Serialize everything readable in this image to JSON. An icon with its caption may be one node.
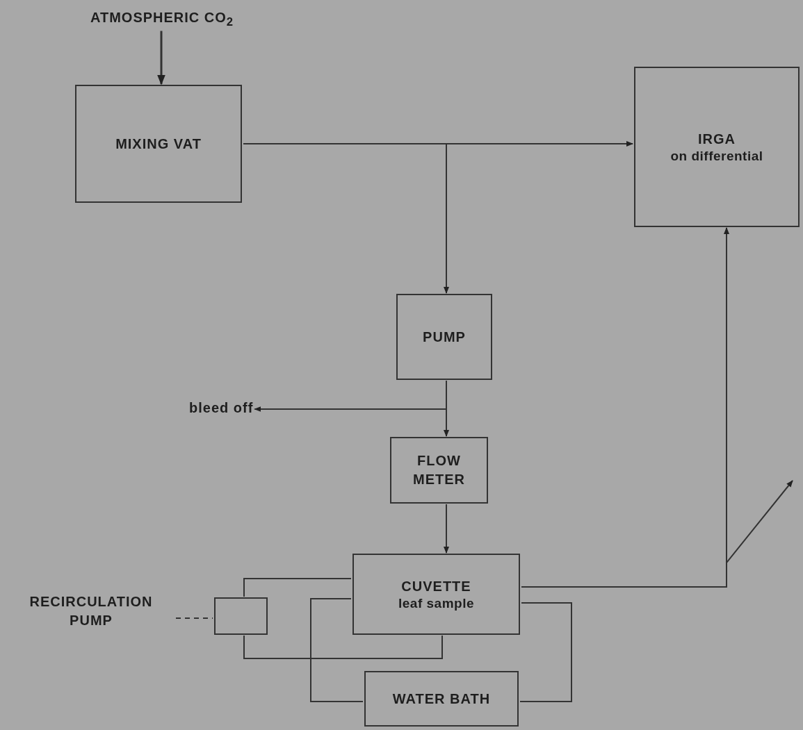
{
  "diagram": {
    "nodes": [
      {
        "text": [
          "ATMOSPHERIC CO$_{2}$"
        ]
      },
      {
        "text": [
          "MIXING VAT"
        ]
      },
      {
        "text": [
          "IRGA",
          "on differential"
        ]
      },
      {
        "text": [
          "PUMP"
        ]
      },
      {
        "text": [
          "bleed off"
        ]
      },
      {
        "text": [
          "FLOW METER"
        ]
      },
      {
        "text": [
          "CUVETTE",
          "leaf sample"
        ]
      },
      {
        "text": [
          "RECIRCULATION PUMP"
        ]
      },
      {
        "text": [],
        "shape": "box"
      },
      {
        "text": [
          "WATER BATH"
        ]
      }
    ],
    "edges": [
      {
        "from": 0,
        "to": 1,
        "arrow": "to"
      },
      {
        "from": 1,
        "to": 2,
        "arrow": "to"
      },
      {
        "from": 1,
        "to": 3,
        "arrow": "to"
      },
      {
        "from": 3,
        "to": 5,
        "arrow": "to"
      },
      {
        "from": 3,
        "to": 4,
        "arrow": "to"
      },
      {
        "from": 5,
        "to": 6,
        "arrow": "to"
      },
      {
        "from": 6,
        "to": 2,
        "arrow": "to"
      },
      {
        "from": 6,
        "to": null,
        "arrow": "to"
      },
      {
        "from": 7,
        "to": 8,
        "arrow": "none",
        "style": "dashed"
      },
      {
        "from": 8,
        "to": 6,
        "arrow": "none"
      },
      {
        "from": 8,
        "to": 6,
        "arrow": "none"
      },
      {
        "from": 6,
        "to": 9,
        "arrow": "none"
      },
      {
        "from": 6,
        "to": 9,
        "arrow": "none"
      }
    ]
  }
}
